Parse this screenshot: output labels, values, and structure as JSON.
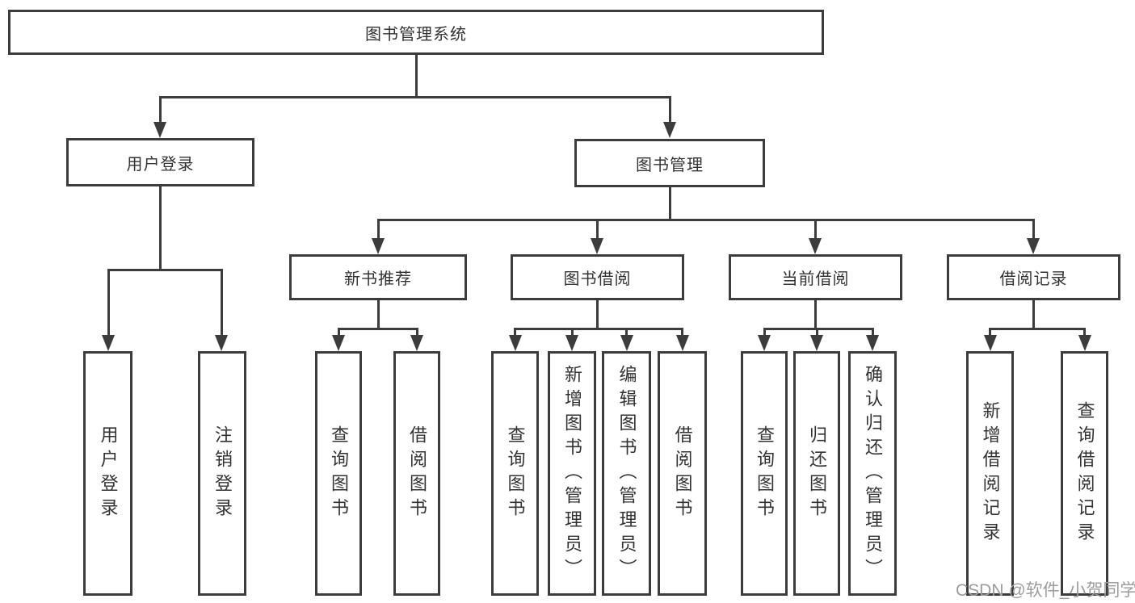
{
  "diagram": {
    "root": {
      "label": "图书管理系统"
    },
    "branches": [
      {
        "label": "用户登录",
        "children": [
          {
            "label": "用户登录"
          },
          {
            "label": "注销登录"
          }
        ]
      },
      {
        "label": "图书管理",
        "children": [
          {
            "label": "新书推荐",
            "children": [
              {
                "label": "查询图书"
              },
              {
                "label": "借阅图书"
              }
            ]
          },
          {
            "label": "图书借阅",
            "children": [
              {
                "label": "查询图书"
              },
              {
                "label": "新增图书（管理员）"
              },
              {
                "label": "编辑图书（管理员）"
              },
              {
                "label": "借阅图书"
              }
            ]
          },
          {
            "label": "当前借阅",
            "children": [
              {
                "label": "查询图书"
              },
              {
                "label": "归还图书"
              },
              {
                "label": "确认归还（管理员）"
              }
            ]
          },
          {
            "label": "借阅记录",
            "children": [
              {
                "label": "新增借阅记录"
              },
              {
                "label": "查询借阅记录"
              }
            ]
          }
        ]
      }
    ]
  },
  "watermark": {
    "text": "CSDN @软件_小贺同学"
  },
  "colors": {
    "line": "#3c3c3c",
    "node_text": "#333333",
    "watermark": "#9c9c9c",
    "background": "#ffffff"
  }
}
